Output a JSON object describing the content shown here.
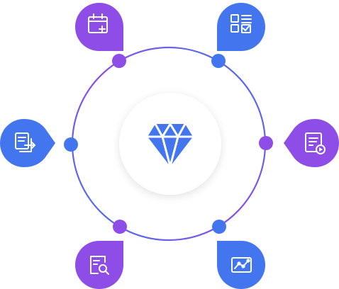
{
  "colors": {
    "background": "#ffffff",
    "purple": "#8E4DE6",
    "blue": "#4376EE",
    "center_fill": "#ffffff",
    "icon_stroke": "#ffffff"
  },
  "center": {
    "icon": "diamond-icon"
  },
  "nodes": [
    {
      "id": "top-left",
      "icon": "calendar-add-icon",
      "badge_color": "purple",
      "dot_color": "purple",
      "shape": "drop-pointing-down-right"
    },
    {
      "id": "top-right",
      "icon": "checklist-grid-icon",
      "badge_color": "blue",
      "dot_color": "blue",
      "shape": "drop-pointing-down-left"
    },
    {
      "id": "right",
      "icon": "document-play-icon",
      "badge_color": "purple",
      "dot_color": "purple",
      "shape": "drop-pointing-left"
    },
    {
      "id": "bottom-right",
      "icon": "line-chart-icon",
      "badge_color": "blue",
      "dot_color": "blue",
      "shape": "drop-pointing-up-left"
    },
    {
      "id": "bottom-left",
      "icon": "document-search-icon",
      "badge_color": "purple",
      "dot_color": "purple",
      "shape": "drop-pointing-up-right"
    },
    {
      "id": "left",
      "icon": "document-transfer-icon",
      "badge_color": "blue",
      "dot_color": "blue",
      "shape": "drop-pointing-right"
    }
  ]
}
